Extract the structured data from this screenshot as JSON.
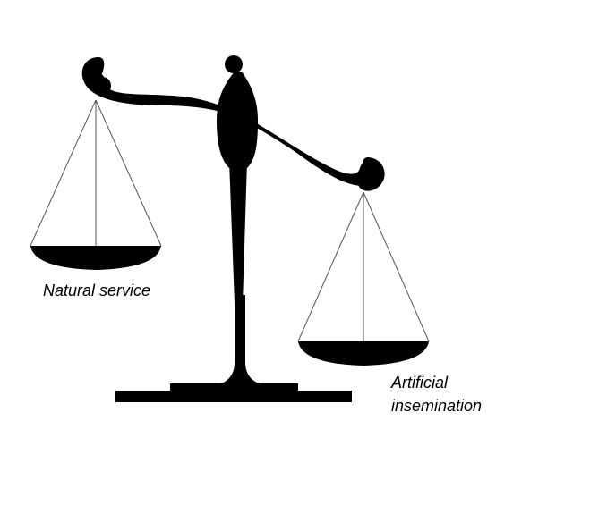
{
  "labels": {
    "left_pan": "Natural service",
    "right_pan_line1": "Artificial",
    "right_pan_line2": "insemination"
  },
  "colors": {
    "ink": "#000000",
    "strings": "#555555",
    "background": "#ffffff"
  }
}
